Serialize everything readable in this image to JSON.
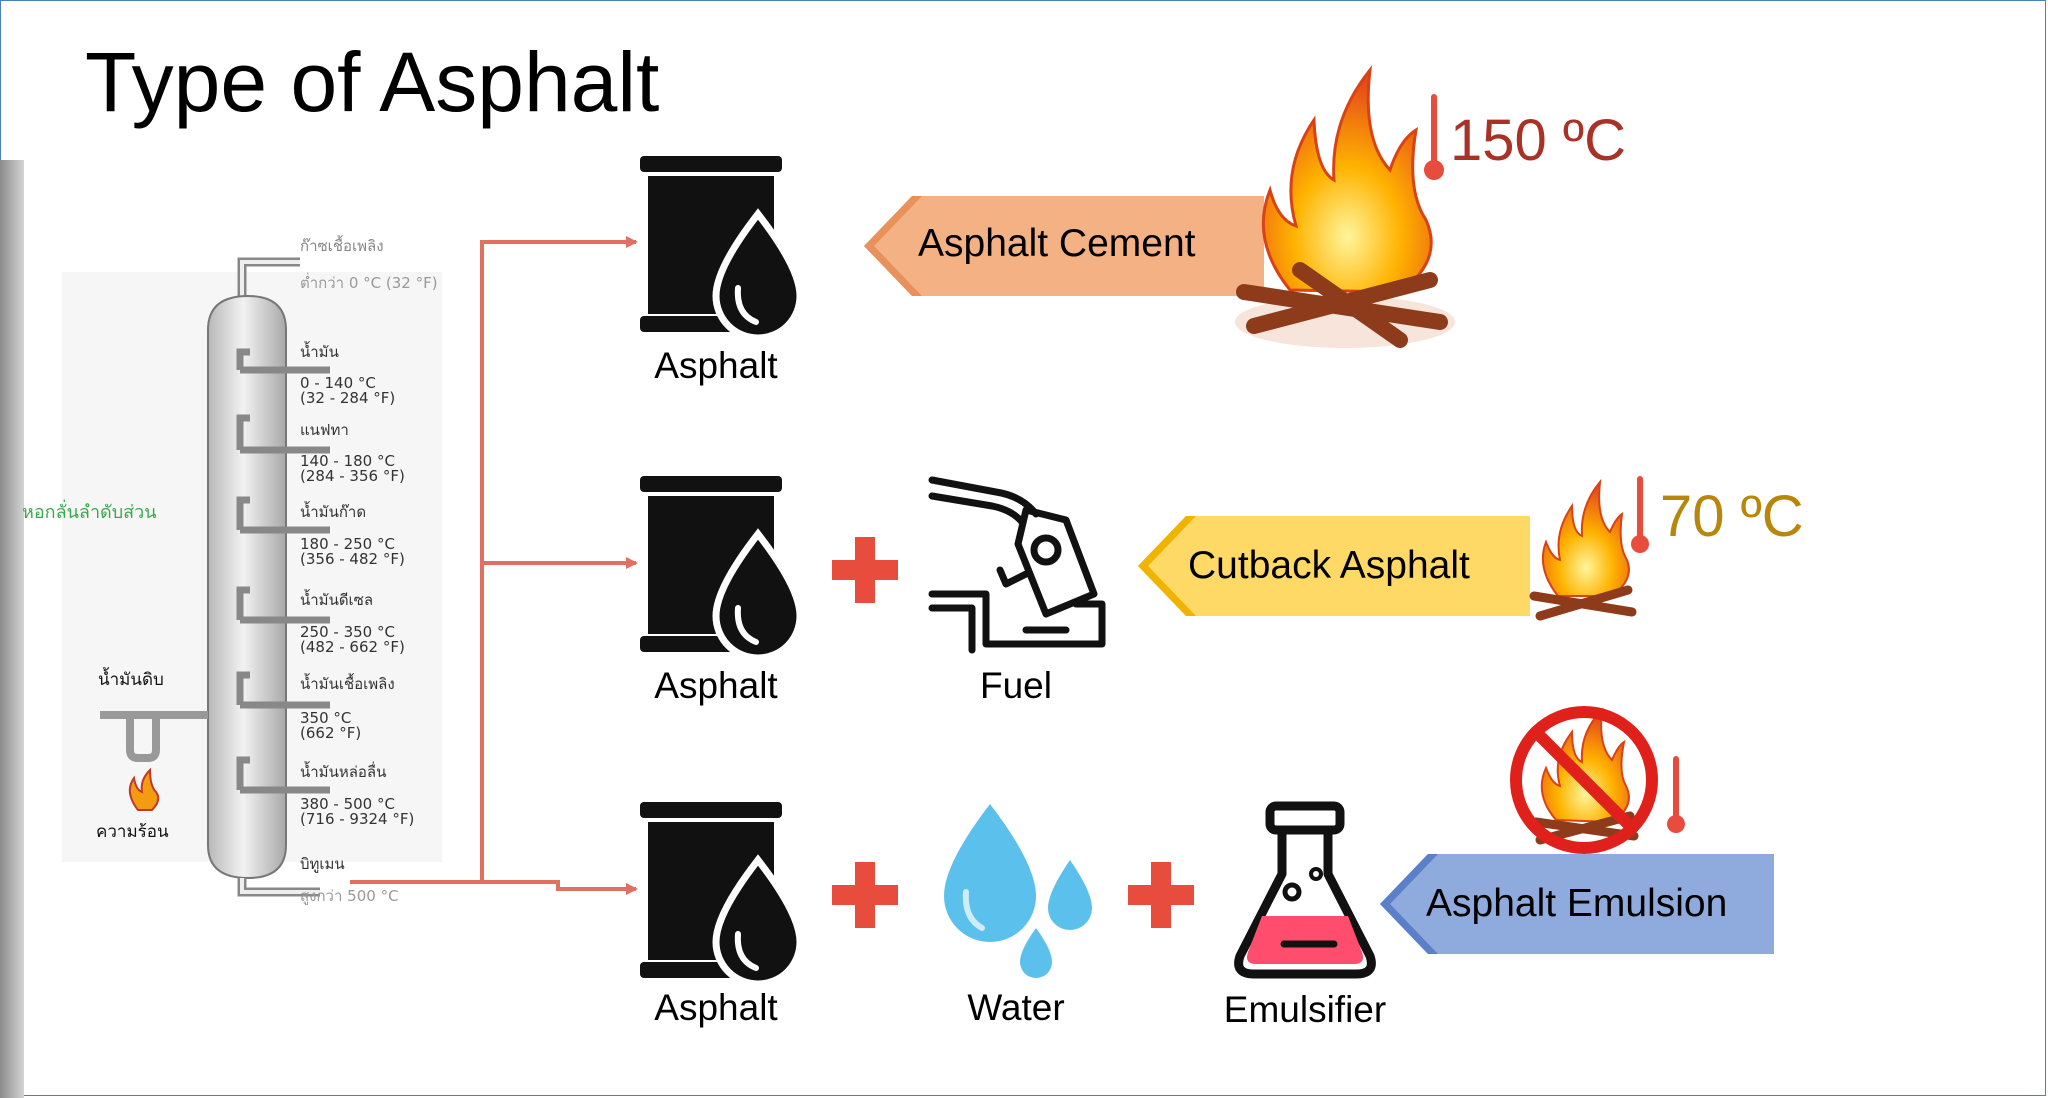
{
  "slide": {
    "title": "Type of Asphalt"
  },
  "column": {
    "side_label": "หอกลั่นลำดับส่วน",
    "input_label": "น้ำมันดิบ",
    "heat_label": "ความร้อน",
    "fractions": [
      {
        "name": "ก๊าซเชื้อเพลิง",
        "range": "ต่ำกว่า 0 °C (32 °F)",
        "range2": ""
      },
      {
        "name": "น้ำมัน",
        "range": "0 - 140 °C",
        "range2": "(32 - 284 °F)"
      },
      {
        "name": "แนฟทา",
        "range": "140 - 180 °C",
        "range2": "(284 - 356 °F)"
      },
      {
        "name": "น้ำมันก๊าด",
        "range": "180 - 250 °C",
        "range2": "(356 - 482 °F)"
      },
      {
        "name": "น้ำมันดีเซล",
        "range": "250 - 350 °C",
        "range2": "(482 - 662 °F)"
      },
      {
        "name": "น้ำมันเชื้อเพลิง",
        "range": "350 °C",
        "range2": "(662 °F)"
      },
      {
        "name": "น้ำมันหล่อลื่น",
        "range": "380 - 500 °C",
        "range2": "(716 - 9324 °F)"
      },
      {
        "name": "บิทูเมน",
        "range": "สูงกว่า 500 °C",
        "range2": ""
      }
    ]
  },
  "rows": [
    {
      "type_label": "Asphalt Cement",
      "temperature": "150 ºC",
      "components": [
        "Asphalt"
      ],
      "tag_color": "#f4b183",
      "temp_color": "#a93226"
    },
    {
      "type_label": "Cutback Asphalt",
      "temperature": "70 ºC",
      "components": [
        "Asphalt",
        "Fuel"
      ],
      "tag_color": "#ffd966",
      "temp_color": "#b8860b"
    },
    {
      "type_label": "Asphalt Emulsion",
      "temperature": "",
      "components": [
        "Asphalt",
        "Water",
        "Emulsifier"
      ],
      "tag_color": "#8faadc",
      "temp_color": ""
    }
  ],
  "colors": {
    "connector": "#e07060",
    "plus": "#e84c3d",
    "water": "#5bc0eb",
    "flask_liquid": "#ff4d6d",
    "no_sign": "#e0201b"
  },
  "icons": {
    "asphalt": "barrel-drop-icon",
    "fuel": "fuel-nozzle-icon",
    "water": "water-drops-icon",
    "emulsifier": "flask-icon",
    "heat": "fire-icon",
    "thermometer": "thermometer-icon",
    "no_heat": "no-fire-icon"
  }
}
